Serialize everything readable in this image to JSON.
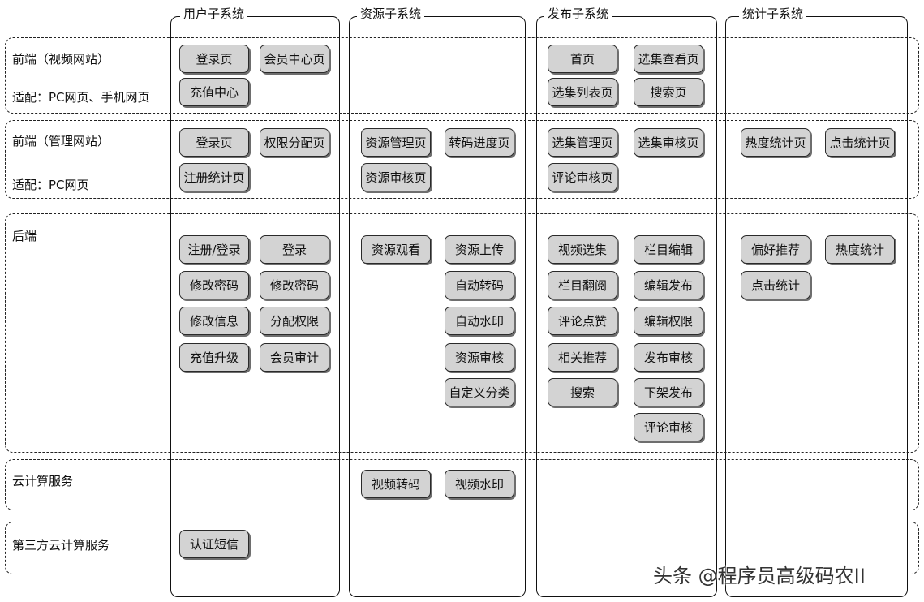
{
  "columns": [
    "用户子系统",
    "资源子系统",
    "发布子系统",
    "统计子系统"
  ],
  "rows": {
    "web": {
      "label": "前端（视频网站）",
      "sublabel": "适配：PC网页、手机网页"
    },
    "admin": {
      "label": "前端（管理网站）",
      "sublabel": "适配：PC网页"
    },
    "backend": {
      "label": "后端"
    },
    "cloud": {
      "label": "云计算服务"
    },
    "third": {
      "label": "第三方云计算服务"
    }
  },
  "boxes": {
    "web_user": [
      "登录页",
      "会员中心页",
      "充值中心"
    ],
    "web_publish": [
      "首页",
      "选集查看页",
      "选集列表页",
      "搜索页"
    ],
    "admin_user": [
      "登录页",
      "权限分配页",
      "注册统计页"
    ],
    "admin_resource": [
      "资源管理页",
      "转码进度页",
      "资源审核页"
    ],
    "admin_publish": [
      "选集管理页",
      "选集审核页",
      "评论审核页"
    ],
    "admin_stats": [
      "热度统计页",
      "点击统计页"
    ],
    "backend_user": [
      "注册/登录",
      "登录",
      "修改密码",
      "修改密码",
      "修改信息",
      "分配权限",
      "充值升级",
      "会员审计"
    ],
    "backend_resource": [
      "资源观看",
      "资源上传",
      "自动转码",
      "自动水印",
      "资源审核",
      "自定义分类"
    ],
    "backend_publish": [
      "视频选集",
      "栏目编辑",
      "栏目翻阅",
      "编辑发布",
      "评论点赞",
      "编辑权限",
      "相关推荐",
      "发布审核",
      "搜索",
      "下架发布",
      "评论审核"
    ],
    "backend_stats": [
      "偏好推荐",
      "热度统计",
      "点击统计"
    ],
    "cloud_resource": [
      "视频转码",
      "视频水印"
    ],
    "third_user": [
      "认证短信"
    ]
  },
  "watermark": "头条 @程序员高级码农II"
}
